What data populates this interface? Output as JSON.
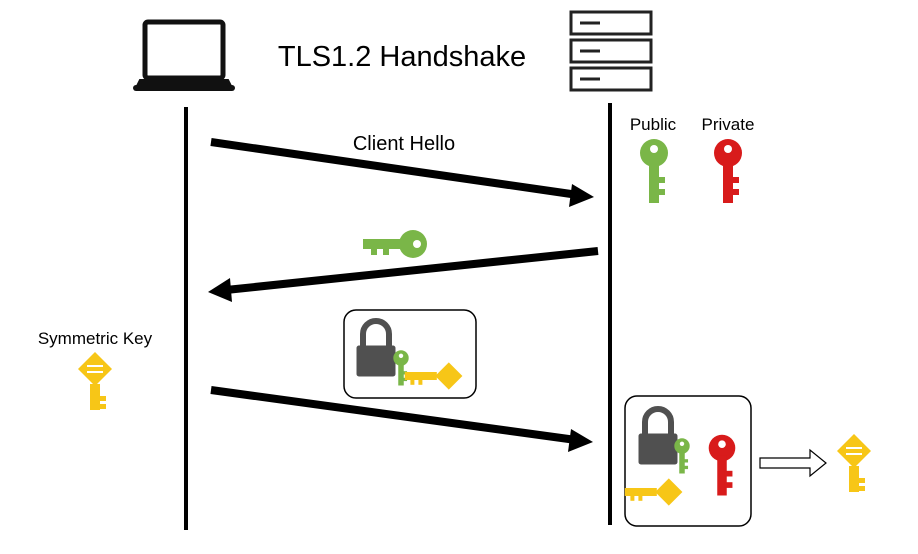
{
  "title": "TLS1.2 Handshake",
  "server_keys": {
    "public_label": "Public",
    "private_label": "Private"
  },
  "messages": {
    "client_hello": "Client Hello"
  },
  "client": {
    "symmetric_key_label": "Symmetric  Key"
  },
  "icons": {
    "client": "laptop-icon",
    "server": "server-icon",
    "public_key": "key-icon",
    "private_key": "key-icon",
    "symmetric_key": "key-icon",
    "lock": "padlock-icon",
    "arrow": "outline-arrow-icon"
  },
  "colors": {
    "public_key": "#7ab648",
    "private_key": "#d81b1b",
    "symmetric_key": "#f7c617",
    "lock": "#505050",
    "line": "#000000"
  }
}
